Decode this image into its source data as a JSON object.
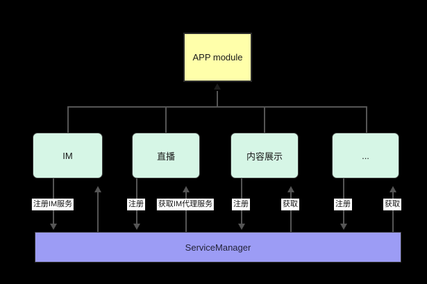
{
  "diagram": {
    "title": "APP module and ServiceManager architecture",
    "background_color": "#000000",
    "nodes": {
      "app": {
        "label": "APP module",
        "fill": "#ffffaa",
        "stroke": "#2b2b2b"
      },
      "service_manager": {
        "label": "ServiceManager",
        "fill": "#9c9cf5",
        "stroke": "#3b3b3b"
      },
      "modules": [
        {
          "label": "IM",
          "fill": "#d6f6e6"
        },
        {
          "label": "直播",
          "fill": "#d6f6e6"
        },
        {
          "label": "内容展示",
          "fill": "#d6f6e6"
        },
        {
          "label": "...",
          "fill": "#d6f6e6"
        }
      ]
    },
    "edges": {
      "register": [
        {
          "label": "注册IM服务",
          "from": "IM",
          "to": "ServiceManager",
          "direction": "down"
        },
        {
          "label": "注册",
          "from": "直播",
          "to": "ServiceManager",
          "direction": "down"
        },
        {
          "label": "注册",
          "from": "内容展示",
          "to": "ServiceManager",
          "direction": "down"
        },
        {
          "label": "注册",
          "from": "...",
          "to": "ServiceManager",
          "direction": "down"
        }
      ],
      "acquire": [
        {
          "label": "",
          "from": "ServiceManager",
          "to": "IM",
          "direction": "up"
        },
        {
          "label": "获取IM代理服务",
          "from": "ServiceManager",
          "to": "直播",
          "direction": "up"
        },
        {
          "label": "获取",
          "from": "ServiceManager",
          "to": "内容展示",
          "direction": "up"
        },
        {
          "label": "获取",
          "from": "ServiceManager",
          "to": "...",
          "direction": "up"
        }
      ],
      "bus": {
        "from": "modules",
        "to": "APP module",
        "direction": "up"
      }
    }
  }
}
